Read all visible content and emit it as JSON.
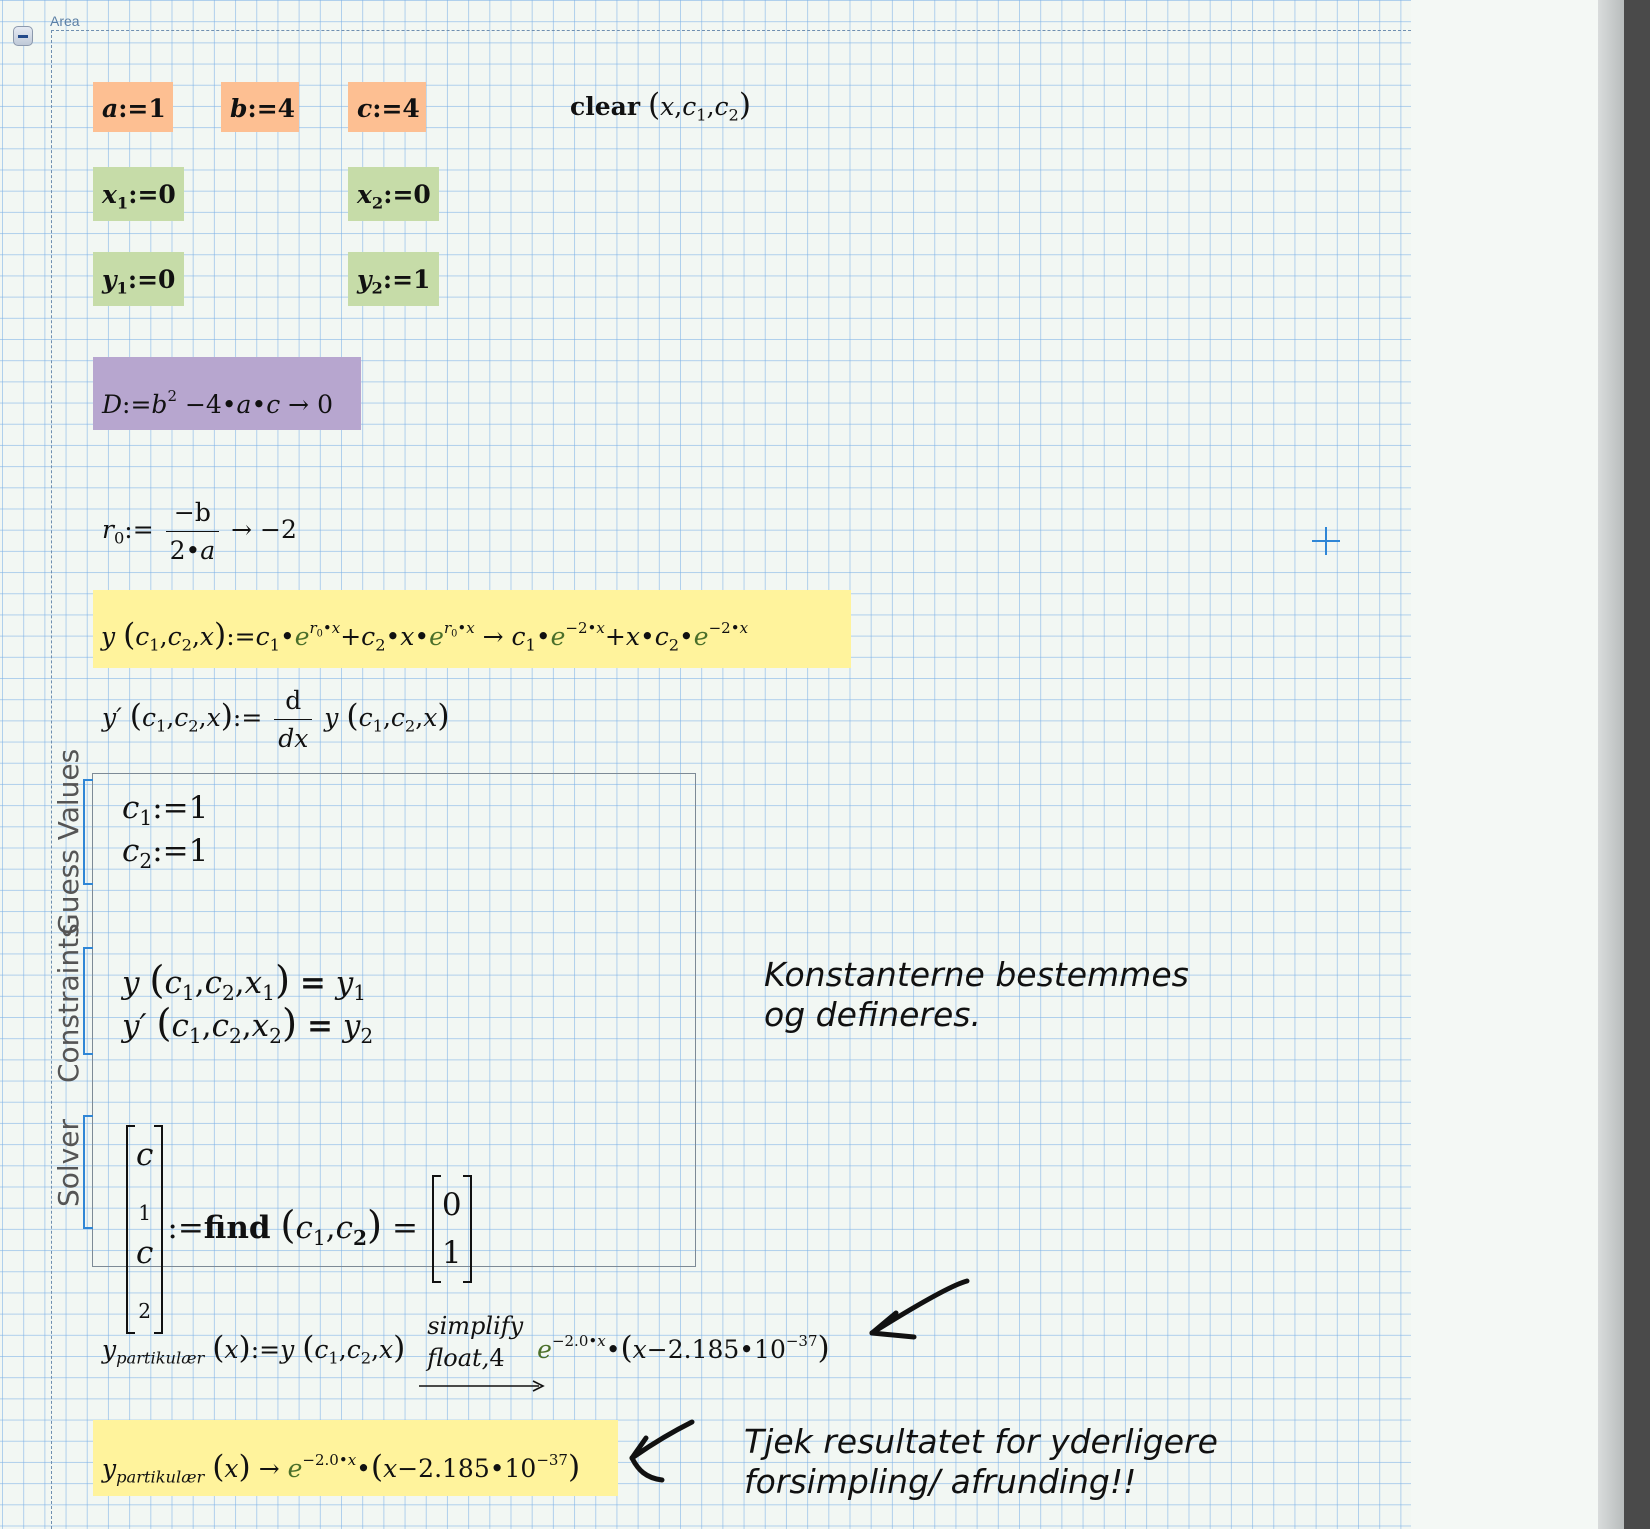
{
  "area": {
    "label": "Area"
  },
  "defs": {
    "a": {
      "var": "a",
      "val": "1"
    },
    "b": {
      "var": "b",
      "val": "4"
    },
    "c": {
      "var": "c",
      "val": "4"
    },
    "x1": {
      "var": "x",
      "sub": "1",
      "val": "0"
    },
    "x2": {
      "var": "x",
      "sub": "2",
      "val": "0"
    },
    "y1": {
      "var": "y",
      "sub": "1",
      "val": "0"
    },
    "y2": {
      "var": "y",
      "sub": "2",
      "val": "1"
    },
    "assign": ":=",
    "arrow": "→"
  },
  "clear": {
    "fn": "clear",
    "args": [
      "x",
      "c",
      "1",
      "c",
      "2"
    ]
  },
  "discriminant": {
    "lhs": "D",
    "b": "b",
    "exp": "2",
    "minus": "−",
    "four": "4",
    "a": "a",
    "c": "c",
    "result": "0"
  },
  "r0": {
    "lhs": "r",
    "sub": "0",
    "num": "−b",
    "den_two": "2",
    "den_a": "a",
    "result": "−2"
  },
  "ydef": {
    "fname": "y",
    "c": "c",
    "x": "x",
    "one": "1",
    "two": "2",
    "e": "e",
    "r0": "r",
    "r0sub": "0",
    "result_exp": "−2"
  },
  "yprime": {
    "fname": "y′",
    "d_num": "d",
    "d_den": "dx"
  },
  "solve_block": {
    "labels": {
      "guess": "Guess Values",
      "constraints": "Constraints",
      "solver": "Solver"
    },
    "guess": [
      {
        "var": "c",
        "sub": "1",
        "val": "1"
      },
      {
        "var": "c",
        "sub": "2",
        "val": "1"
      }
    ],
    "constraints": [
      {
        "fn": "y",
        "xsub": "1",
        "rhs_sub": "1"
      },
      {
        "fn": "y′",
        "xsub": "2",
        "rhs_sub": "2"
      }
    ],
    "solver": {
      "find": "find",
      "result": [
        "0",
        "1"
      ],
      "equals": "="
    }
  },
  "notes": {
    "constants": "Konstanterne bestemmes og defineres.",
    "check": "Tjek resultatet for yderligere forsimpling/ afrunding!!"
  },
  "ypart": {
    "name": "y",
    "sub": "partikulær",
    "kw1": "simplify",
    "kw2": "float",
    "kw2arg": "4",
    "exp": "−2.0",
    "const": "2.185",
    "ten": "10",
    "tenexp": "−37"
  },
  "colors": {
    "orange": "#fdbf92",
    "green": "#c6dca8",
    "purple": "#b7a6cf",
    "yellow": "#fff39c",
    "blue_line": "#2f86d6"
  }
}
